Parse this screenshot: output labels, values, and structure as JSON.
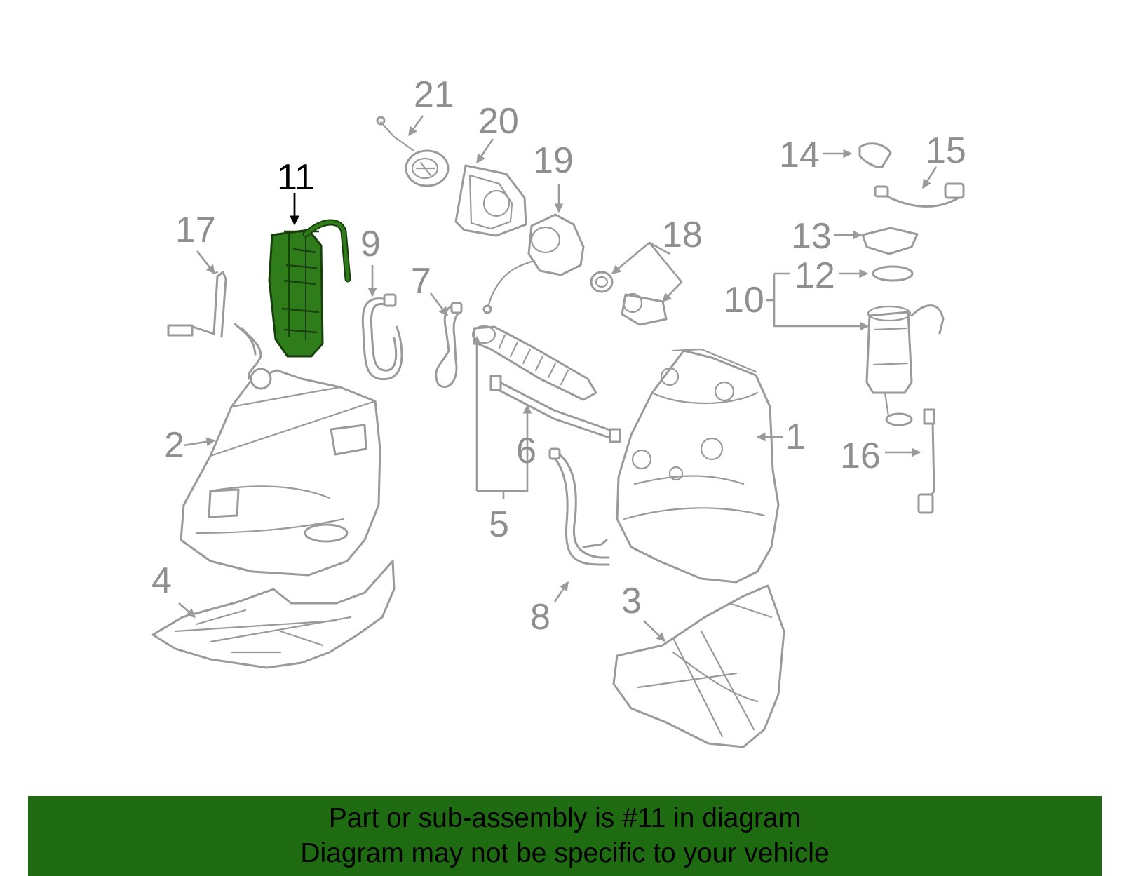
{
  "callouts": [
    "1",
    "2",
    "3",
    "4",
    "5",
    "6",
    "7",
    "8",
    "9",
    "10",
    "11",
    "12",
    "13",
    "14",
    "15",
    "16",
    "17",
    "18",
    "19",
    "20",
    "21"
  ],
  "highlighted_callout": "11",
  "colors": {
    "highlight_part": "#2e7d1a",
    "banner_bg": "#1f6b12",
    "part_stroke": "#9a9a9a",
    "text": "#000000"
  },
  "banner": {
    "line1": "Part or sub-assembly is #11 in diagram",
    "line2": "Diagram may not be specific to your vehicle"
  }
}
